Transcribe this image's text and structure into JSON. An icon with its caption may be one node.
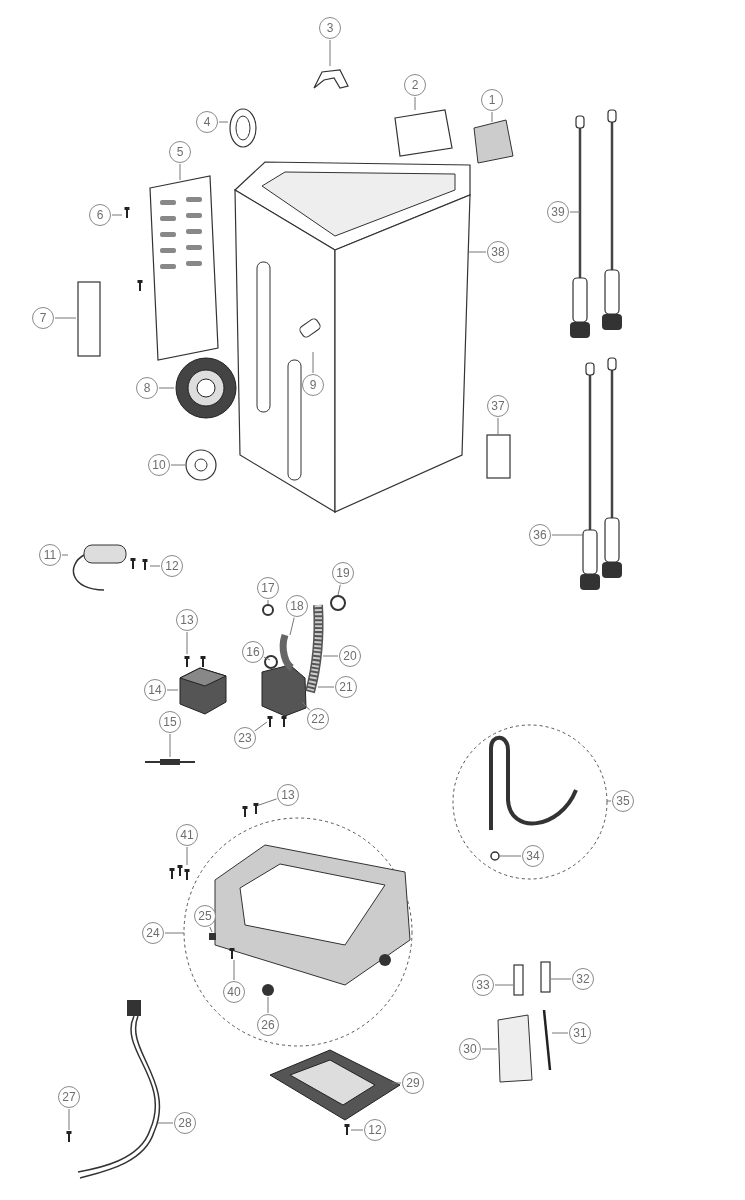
{
  "diagram": {
    "nodes": [
      {
        "text": [
          "1"
        ]
      },
      {
        "text": [
          "2"
        ]
      },
      {
        "text": [
          "3"
        ]
      },
      {
        "text": [
          "4"
        ]
      },
      {
        "text": [
          "5"
        ]
      },
      {
        "text": [
          "6"
        ]
      },
      {
        "text": [
          "7"
        ]
      },
      {
        "text": [
          "8"
        ]
      },
      {
        "text": [
          "9"
        ]
      },
      {
        "text": [
          "10"
        ]
      },
      {
        "text": [
          "11"
        ]
      },
      {
        "text": [
          "12"
        ]
      },
      {
        "text": [
          "13"
        ]
      },
      {
        "text": [
          "14"
        ]
      },
      {
        "text": [
          "15"
        ]
      },
      {
        "text": [
          "16"
        ]
      },
      {
        "text": [
          "17"
        ]
      },
      {
        "text": [
          "18"
        ]
      },
      {
        "text": [
          "19"
        ]
      },
      {
        "text": [
          "20"
        ]
      },
      {
        "text": [
          "21"
        ]
      },
      {
        "text": [
          "22"
        ]
      },
      {
        "text": [
          "23"
        ]
      },
      {
        "text": [
          "24"
        ]
      },
      {
        "text": [
          "25"
        ],
        "in": 68
      },
      {
        "text": [
          "26"
        ],
        "in": 68
      },
      {
        "text": [
          "27"
        ]
      },
      {
        "text": [
          "28"
        ]
      },
      {
        "text": [
          "29"
        ]
      },
      {
        "text": [
          "30"
        ]
      },
      {
        "text": [
          "31"
        ]
      },
      {
        "text": [
          "32"
        ]
      },
      {
        "text": [
          "33"
        ]
      },
      {
        "text": [
          "34"
        ],
        "in": 63
      },
      {
        "text": [
          "35"
        ]
      },
      {
        "text": [
          "36"
        ]
      },
      {
        "text": [
          "37"
        ]
      },
      {
        "text": [
          "38"
        ]
      },
      {
        "text": [
          "39"
        ]
      },
      {
        "text": [
          "40"
        ],
        "in": 68
      },
      {
        "text": [
          "41"
        ]
      },
      {
        "text": [
          "13"
        ]
      },
      {
        "text": [
          "12"
        ]
      },
      {
        "text": [],
        "shape": "picture"
      },
      {
        "text": [],
        "shape": "picture"
      },
      {
        "text": [],
        "shape": "picture"
      },
      {
        "text": [],
        "shape": "picture"
      },
      {
        "text": [],
        "shape": "picture"
      },
      {
        "text": [],
        "shape": "picture"
      },
      {
        "text": [],
        "shape": "box"
      },
      {
        "text": [],
        "shape": "picture"
      },
      {
        "text": [],
        "shape": "picture"
      },
      {
        "text": [],
        "shape": "picture"
      },
      {
        "text": [],
        "shape": "picture"
      },
      {
        "text": [],
        "shape": "picture"
      },
      {
        "text": [],
        "shape": "picture"
      },
      {
        "text": [],
        "shape": "picture"
      },
      {
        "text": [],
        "shape": "picture"
      },
      {
        "text": [],
        "shape": "picture"
      },
      {
        "text": [],
        "shape": "circle"
      },
      {
        "text": [],
        "shape": "circle"
      },
      {
        "text": [],
        "shape": "picture"
      },
      {
        "text": [],
        "shape": "picture"
      },
      {
        "text": [],
        "shape": "circle"
      },
      {
        "text": [],
        "shape": "picture",
        "in": 63
      },
      {
        "text": [],
        "shape": "circle",
        "in": 63
      },
      {
        "text": [],
        "shape": "picture"
      },
      {
        "text": [],
        "shape": "picture"
      },
      {
        "text": [],
        "shape": "circle"
      },
      {
        "text": [],
        "shape": "picture",
        "in": 68
      },
      {
        "text": [],
        "shape": "box",
        "in": 68
      },
      {
        "text": [],
        "shape": "picture",
        "in": 68
      },
      {
        "text": [],
        "shape": "picture"
      },
      {
        "text": [],
        "shape": "picture"
      },
      {
        "text": [],
        "shape": "box"
      },
      {
        "text": [],
        "shape": "picture"
      },
      {
        "text": [],
        "shape": "box"
      },
      {
        "text": [],
        "shape": "box"
      },
      {
        "text": [],
        "shape": "picture"
      },
      {
        "text": [],
        "shape": "picture"
      },
      {
        "text": [],
        "shape": "box"
      },
      {
        "text": [],
        "shape": "picture"
      },
      {
        "text": [],
        "shape": "picture"
      },
      {
        "text": [],
        "shape": "picture"
      },
      {
        "text": [],
        "shape": "picture"
      }
    ],
    "edges": [
      {
        "from": 0,
        "to": 43,
        "arrow": "none"
      },
      {
        "from": 1,
        "to": 44,
        "arrow": "none"
      },
      {
        "from": 2,
        "to": 45,
        "arrow": "none"
      },
      {
        "from": 3,
        "to": 46,
        "arrow": "none"
      },
      {
        "from": 4,
        "to": 47,
        "arrow": "none"
      },
      {
        "from": 5,
        "to": 48,
        "arrow": "none"
      },
      {
        "from": 6,
        "to": 49,
        "arrow": "none"
      },
      {
        "from": 7,
        "to": 50,
        "arrow": "none"
      },
      {
        "from": 8,
        "to": 51,
        "arrow": "none"
      },
      {
        "from": 9,
        "to": 52,
        "arrow": "none"
      },
      {
        "from": 10,
        "to": 53,
        "arrow": "none"
      },
      {
        "from": 11,
        "to": 54,
        "arrow": "none"
      },
      {
        "from": 12,
        "to": 55,
        "arrow": "none"
      },
      {
        "from": 13,
        "to": 56,
        "arrow": "none"
      },
      {
        "from": 14,
        "to": 57,
        "arrow": "none"
      },
      {
        "from": 15,
        "to": 58,
        "arrow": "none"
      },
      {
        "from": 16,
        "to": 59,
        "arrow": "none"
      },
      {
        "from": 17,
        "to": 58,
        "arrow": "none"
      },
      {
        "from": 18,
        "to": 60,
        "arrow": "none"
      },
      {
        "from": 19,
        "to": 61,
        "arrow": "none"
      },
      {
        "from": 20,
        "to": 61,
        "arrow": "none"
      },
      {
        "from": 21,
        "to": 58,
        "arrow": "none"
      },
      {
        "from": 22,
        "to": 62,
        "arrow": "none"
      },
      {
        "from": 23,
        "to": 68,
        "arrow": "none"
      },
      {
        "from": 24,
        "to": 70,
        "arrow": "none"
      },
      {
        "from": 25,
        "to": 69,
        "arrow": "none"
      },
      {
        "from": 26,
        "to": 79,
        "arrow": "none"
      },
      {
        "from": 27,
        "to": 78,
        "arrow": "none"
      },
      {
        "from": 28,
        "to": 72,
        "arrow": "none"
      },
      {
        "from": 29,
        "to": 74,
        "arrow": "none"
      },
      {
        "from": 30,
        "to": 75,
        "arrow": "none"
      },
      {
        "from": 31,
        "to": 76,
        "arrow": "none"
      },
      {
        "from": 32,
        "to": 77,
        "arrow": "none"
      },
      {
        "from": 33,
        "to": 65,
        "arrow": "none"
      },
      {
        "from": 34,
        "to": 63,
        "arrow": "none"
      },
      {
        "from": 35,
        "to": 83,
        "arrow": "none"
      },
      {
        "from": 36,
        "to": 80,
        "arrow": "none"
      },
      {
        "from": 37,
        "to": 51,
        "arrow": "none"
      },
      {
        "from": 38,
        "to": 81,
        "arrow": "none"
      },
      {
        "from": 39,
        "to": 71,
        "arrow": "none"
      },
      {
        "from": 40,
        "to": 67,
        "arrow": "none"
      },
      {
        "from": 41,
        "to": 66,
        "arrow": "none"
      },
      {
        "from": 42,
        "to": 73,
        "arrow": "none"
      }
    ]
  }
}
